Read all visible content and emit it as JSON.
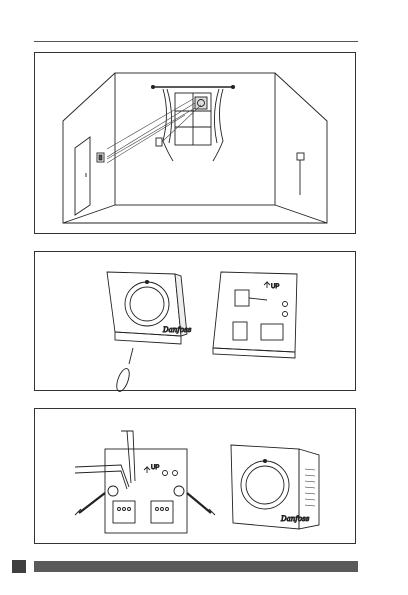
{
  "figures": [
    {
      "id": "fig-room-placement"
    },
    {
      "id": "fig-opening-cover"
    },
    {
      "id": "fig-wall-mounting"
    }
  ],
  "device": {
    "brand_logo": "Danfoss",
    "arrow_label": "UP"
  },
  "icons": [
    "screwdriver-icon",
    "screw-icon",
    "window-icon",
    "door-icon",
    "thermostat-icon"
  ]
}
